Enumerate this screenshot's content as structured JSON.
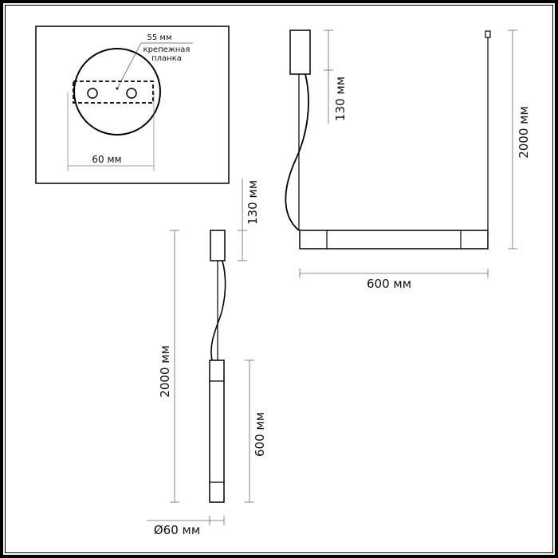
{
  "mount_plate_view": {
    "dimension_bracket": "55 мм",
    "bracket_label_line1": "крепежная",
    "bracket_label_line2": "планка",
    "canopy_diameter": "60 мм"
  },
  "front_view": {
    "canopy_height": "130 мм",
    "total_height": "2000 мм",
    "length": "600 мм"
  },
  "side_view": {
    "canopy_height": "130 мм",
    "total_height": "2000 мм",
    "length": "600 мм",
    "diameter": "Ø60 мм"
  },
  "colors": {
    "line": "#000000",
    "dimension_line": "#555555",
    "background": "#ffffff"
  }
}
